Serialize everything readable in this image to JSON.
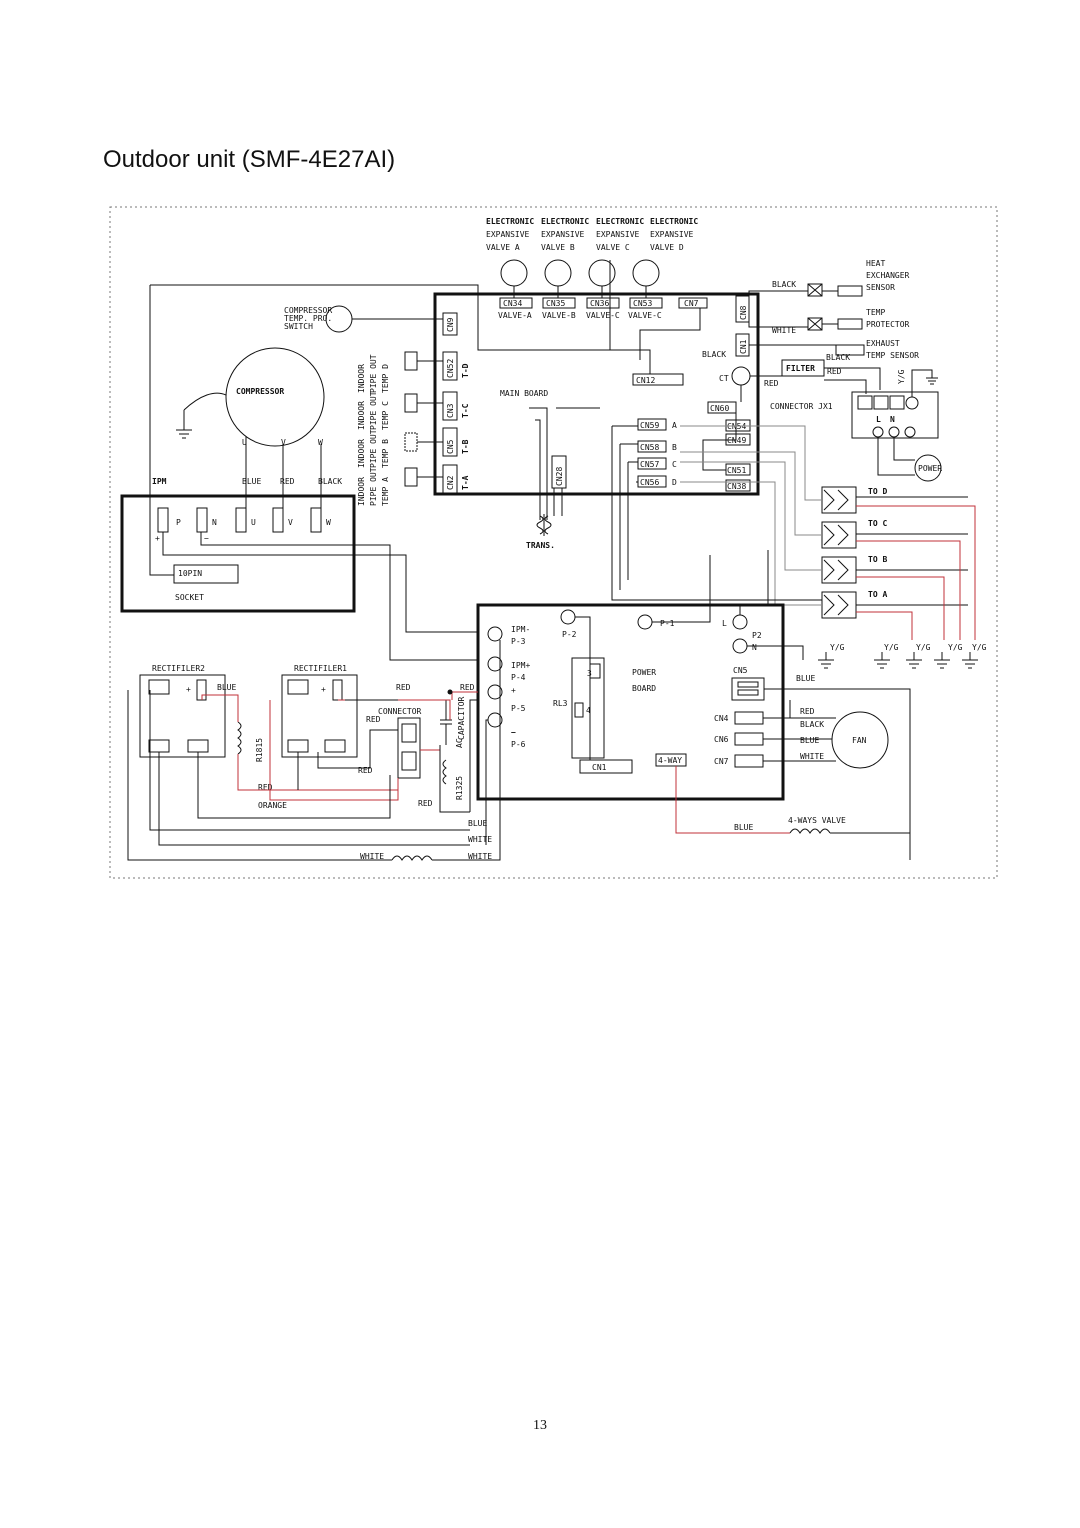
{
  "page": {
    "title": "Outdoor unit (SMF-4E27AI)",
    "number": "13"
  },
  "diagram": {
    "valves": {
      "l1": [
        "ELECTRONIC",
        "ELECTRONIC",
        "ELECTRONIC",
        "ELECTRONIC"
      ],
      "l2": [
        "EXPANSIVE",
        "EXPANSIVE",
        "EXPANSIVE",
        "EXPANSIVE"
      ],
      "l3": [
        "VALVE A",
        "VALVE B",
        "VALVE C",
        "VALVE D"
      ],
      "connectors": [
        "CN34",
        "CN35",
        "CN36",
        "CN53",
        "CN7"
      ],
      "sub": [
        "VALVE-A",
        "VALVE-B",
        "VALVE-C",
        "VALVE-C"
      ]
    },
    "compressor": {
      "label": "COMPRESSOR",
      "switch": [
        "COMPRESSOR",
        "TEMP. PRO.",
        "SWITCH"
      ],
      "terminals": [
        "U",
        "V",
        "W"
      ]
    },
    "mainboard": {
      "label": "MAIN BOARD",
      "cn": [
        "CN9",
        "CN52",
        "CN3",
        "CN5",
        "CN2",
        "CN12",
        "CN8",
        "CN1",
        "CN60",
        "CN54",
        "CN49",
        "CN51",
        "CN38",
        "CN59",
        "CN58",
        "CN57",
        "CN56",
        "CN28"
      ],
      "letters": [
        "A",
        "B",
        "C",
        "D"
      ],
      "t": [
        "T-D",
        "T-C",
        "T-B",
        "T-A"
      ],
      "ct": "CT"
    },
    "temps": {
      "a": [
        "INDOOR",
        "PIPE OUT",
        "TEMP D"
      ],
      "b": [
        "INDOOR",
        "PIPE OUT",
        "TEMP C"
      ],
      "c": [
        "INDOOR",
        "PIPE OUT",
        "TEMP B"
      ],
      "d": [
        "INDOOR",
        "PIPE OUT",
        "TEMP A"
      ]
    },
    "sensors": {
      "heat": [
        "HEAT",
        "EXCHANGER",
        "SENSOR"
      ],
      "prot": [
        "TEMP",
        "PROTECTOR"
      ],
      "exhaust": [
        "EXHAUST",
        "TEMP SENSOR"
      ]
    },
    "filter": {
      "label": "FILTER",
      "jx": "CONNECTOR JX1",
      "l": "L",
      "n": "N",
      "power": "POWER"
    },
    "ipm": {
      "label": "IPM",
      "terms": [
        "P",
        "N",
        "U",
        "V",
        "W"
      ],
      "socket": "10PIN",
      "socket2": "SOCKET",
      "plus": "+",
      "minus": "−"
    },
    "trans": "TRANS.",
    "to": [
      "TO D",
      "TO C",
      "TO B",
      "TO A"
    ],
    "yg": "Y/G",
    "power": {
      "p": [
        "IPM-",
        "P-3",
        "IPM+",
        "P-4",
        "+",
        "P-5",
        "−",
        "P-6",
        "P-2",
        "P-1",
        "L",
        "P2",
        "N"
      ],
      "label": [
        "POWER",
        "BOARD"
      ],
      "cn": [
        "CN5",
        "CN4",
        "CN6",
        "CN7",
        "CN1",
        "4-WAY"
      ],
      "rl3": "RL3",
      "n3": "3",
      "n4": "4"
    },
    "rect": {
      "r2": "RECTIFILER2",
      "r1": "RECTIFILER1",
      "plus": "+",
      "connector": "CONNECTOR",
      "r1815": "R1815",
      "r1325": "R1325",
      "cap": "CAPACITOR",
      "ac": "AC"
    },
    "fan": "FAN",
    "valve4": "4-WAYS VALVE",
    "w": {
      "black": "BLACK",
      "white": "WHITE",
      "red": "RED",
      "blue": "BLUE",
      "orange": "ORANGE"
    }
  }
}
